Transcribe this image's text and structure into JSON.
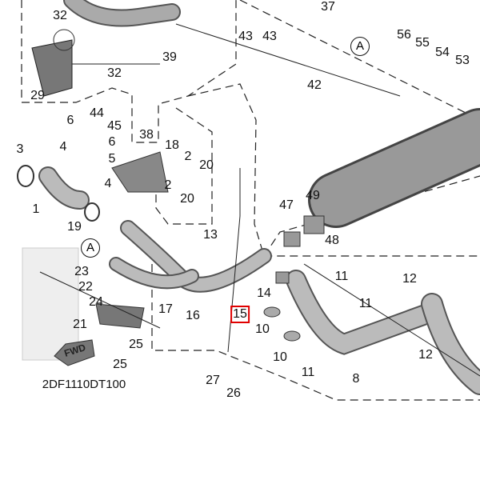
{
  "diagram_code": "2DF1110DT100",
  "highlighted_part": "15",
  "highlight_color": "#e00000",
  "reference_marker": "A",
  "direction_arrow": "FWD",
  "labels": [
    "32",
    "37",
    "43",
    "43",
    "39",
    "56",
    "55",
    "54",
    "53",
    "42",
    "29",
    "32",
    "44",
    "45",
    "38",
    "6",
    "6",
    "5",
    "3",
    "4",
    "4",
    "18",
    "2",
    "20",
    "2",
    "20",
    "1",
    "19",
    "13",
    "47",
    "49",
    "48",
    "23",
    "22",
    "24",
    "17",
    "16",
    "14",
    "15",
    "11",
    "12",
    "11",
    "10",
    "12",
    "10",
    "11",
    "8",
    "21",
    "25",
    "25",
    "27",
    "26"
  ]
}
